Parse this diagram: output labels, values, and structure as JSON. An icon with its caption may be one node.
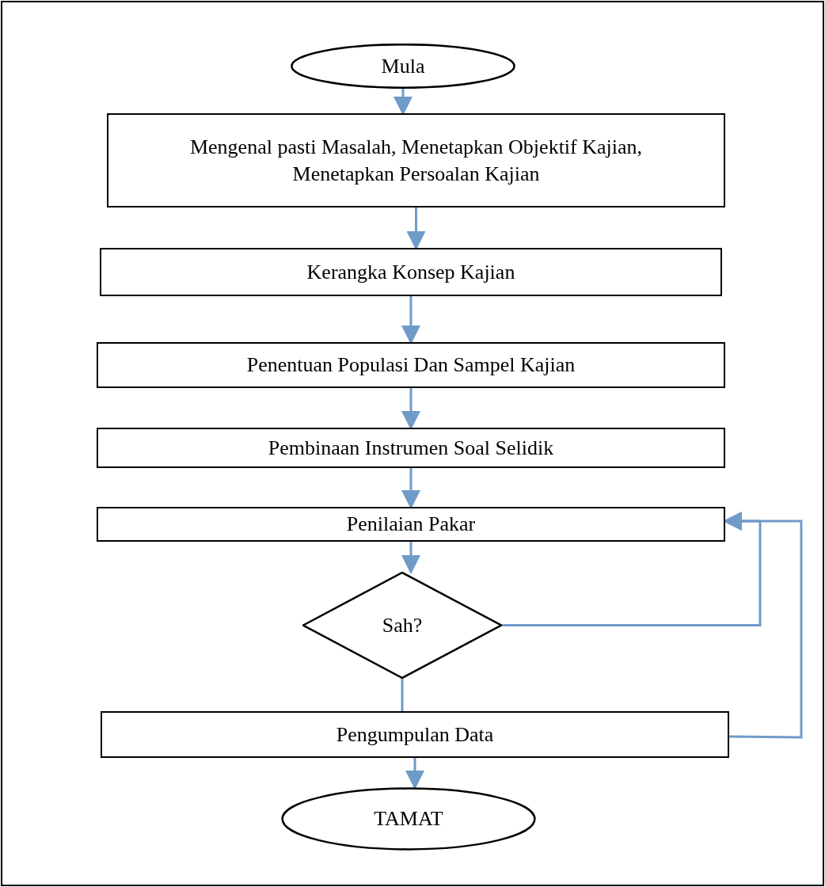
{
  "diagram": {
    "nodes": [
      {
        "text": [
          "Mula"
        ]
      },
      {
        "text": [
          "Mengenal pasti Masalah, Menetapkan Objektif Kajian, Menetapkan Persoalan Kajian"
        ]
      },
      {
        "text": [
          "Kerangka Konsep Kajian"
        ]
      },
      {
        "text": [
          "Penentuan Populasi Dan Sampel Kajian"
        ]
      },
      {
        "text": [
          "Pembinaan Instrumen Soal Selidik"
        ]
      },
      {
        "text": [
          "Penilaian Pakar"
        ]
      },
      {
        "text": [
          "Sah?"
        ]
      },
      {
        "text": [
          "Pengumpulan Data"
        ]
      },
      {
        "text": [
          "TAMAT"
        ]
      }
    ],
    "edges": [
      {
        "from": 0,
        "to": 1,
        "arrow": "to"
      },
      {
        "from": 1,
        "to": 2,
        "arrow": "to"
      },
      {
        "from": 2,
        "to": 3,
        "arrow": "to"
      },
      {
        "from": 3,
        "to": 4,
        "arrow": "to"
      },
      {
        "from": 4,
        "to": 5,
        "arrow": "to"
      },
      {
        "from": 5,
        "to": 6,
        "arrow": "to"
      },
      {
        "from": 6,
        "to": 5,
        "arrow": "to"
      },
      {
        "from": 6,
        "to": 7,
        "arrow": "none"
      },
      {
        "from": 7,
        "to": 5,
        "arrow": "to"
      },
      {
        "from": 7,
        "to": 8,
        "arrow": "to"
      }
    ]
  }
}
